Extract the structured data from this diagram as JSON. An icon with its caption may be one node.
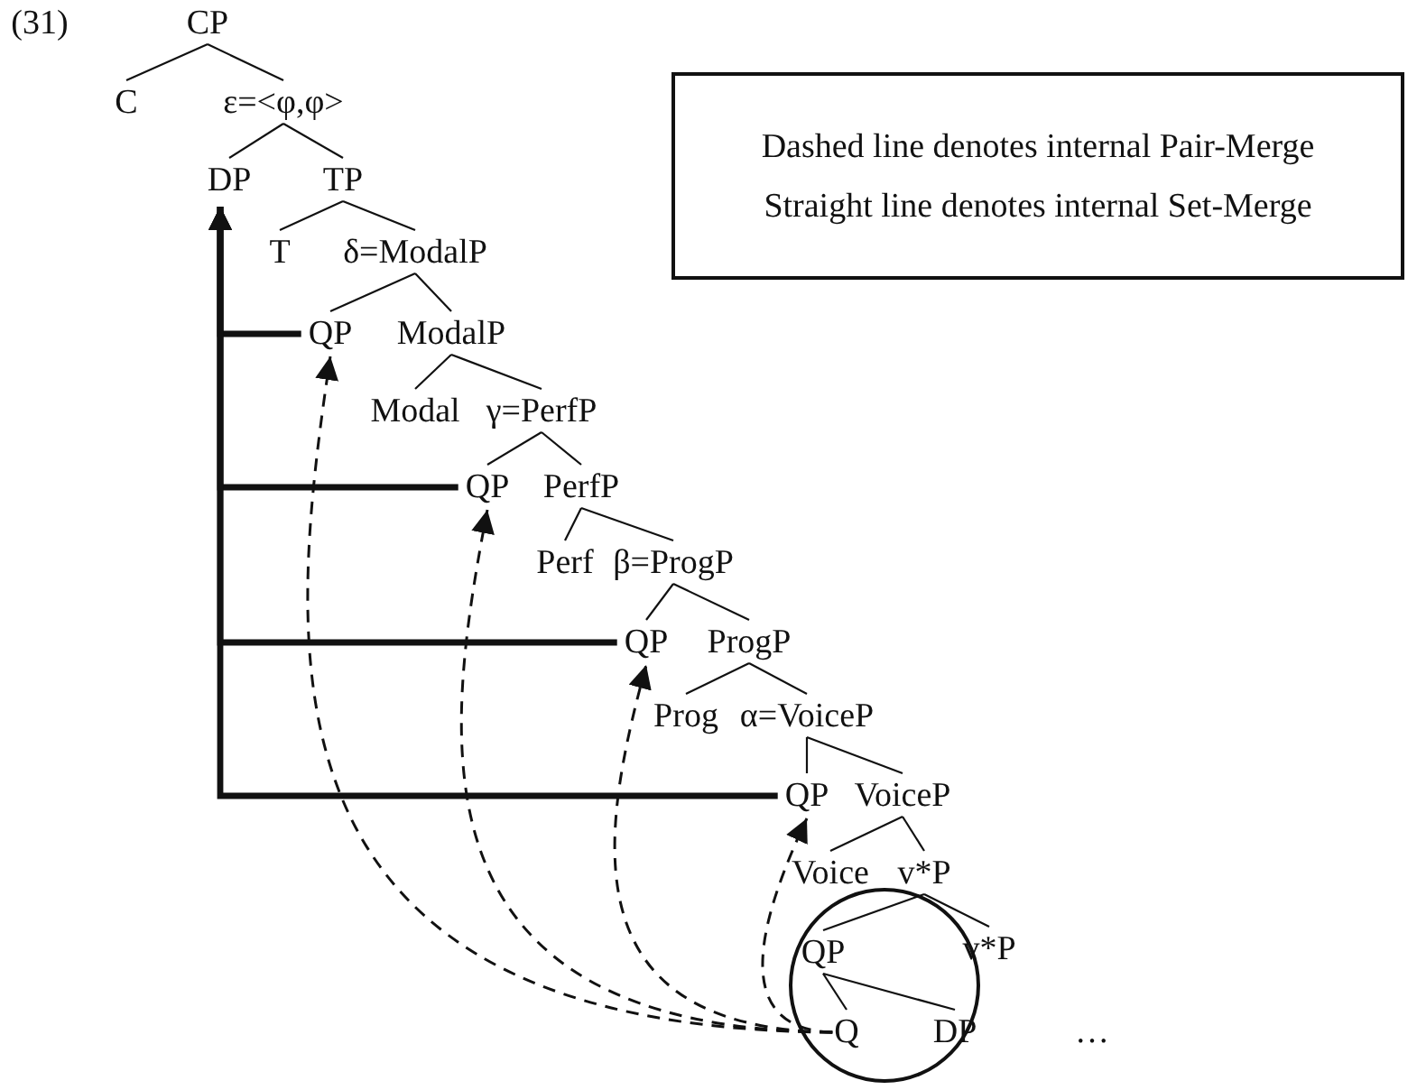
{
  "diagram": {
    "nodes": [
      {
        "text": [
          "CP"
        ]
      },
      {
        "text": [
          "C"
        ]
      },
      {
        "text": [
          "ε=<φ,φ>"
        ]
      },
      {
        "text": [
          "DP"
        ]
      },
      {
        "text": [
          "TP"
        ]
      },
      {
        "text": [
          "T"
        ]
      },
      {
        "text": [
          "δ=ModalP"
        ]
      },
      {
        "text": [
          "QP"
        ]
      },
      {
        "text": [
          "ModalP"
        ]
      },
      {
        "text": [
          "Modal"
        ]
      },
      {
        "text": [
          "γ=PerfP"
        ]
      },
      {
        "text": [
          "QP"
        ]
      },
      {
        "text": [
          "PerfP"
        ]
      },
      {
        "text": [
          "Perf"
        ]
      },
      {
        "text": [
          "β=ProgP"
        ]
      },
      {
        "text": [
          "QP"
        ]
      },
      {
        "text": [
          "ProgP"
        ]
      },
      {
        "text": [
          "Prog"
        ]
      },
      {
        "text": [
          "α=VoiceP"
        ]
      },
      {
        "text": [
          "QP"
        ]
      },
      {
        "text": [
          "VoiceP"
        ]
      },
      {
        "text": [
          "Voice"
        ]
      },
      {
        "text": [
          "v*P"
        ]
      },
      {
        "text": [],
        "shape": "circle"
      },
      {
        "text": [
          "QP"
        ],
        "in": 23
      },
      {
        "text": [
          "v*P"
        ]
      },
      {
        "text": [
          "Q"
        ],
        "in": 23
      },
      {
        "text": [
          "DP"
        ],
        "in": 23
      },
      {
        "text": [
          "Dashed line denotes internal Pair-Merge",
          "Straight line denotes internal Set-Merge"
        ]
      }
    ],
    "edges": [
      {
        "from": 0,
        "to": 1,
        "arrow": "none"
      },
      {
        "from": 0,
        "to": 2,
        "arrow": "none"
      },
      {
        "from": 2,
        "to": 3,
        "arrow": "none"
      },
      {
        "from": 2,
        "to": 4,
        "arrow": "none"
      },
      {
        "from": 4,
        "to": 5,
        "arrow": "none"
      },
      {
        "from": 4,
        "to": 6,
        "arrow": "none"
      },
      {
        "from": 6,
        "to": 7,
        "arrow": "none"
      },
      {
        "from": 6,
        "to": 8,
        "arrow": "none"
      },
      {
        "from": 8,
        "to": 9,
        "arrow": "none"
      },
      {
        "from": 8,
        "to": 10,
        "arrow": "none"
      },
      {
        "from": 10,
        "to": 11,
        "arrow": "none"
      },
      {
        "from": 10,
        "to": 12,
        "arrow": "none"
      },
      {
        "from": 12,
        "to": 13,
        "arrow": "none"
      },
      {
        "from": 12,
        "to": 14,
        "arrow": "none"
      },
      {
        "from": 14,
        "to": 15,
        "arrow": "none"
      },
      {
        "from": 14,
        "to": 16,
        "arrow": "none"
      },
      {
        "from": 16,
        "to": 17,
        "arrow": "none"
      },
      {
        "from": 16,
        "to": 18,
        "arrow": "none"
      },
      {
        "from": 18,
        "to": 19,
        "arrow": "none"
      },
      {
        "from": 18,
        "to": 20,
        "arrow": "none"
      },
      {
        "from": 20,
        "to": 21,
        "arrow": "none"
      },
      {
        "from": 20,
        "to": 22,
        "arrow": "none"
      },
      {
        "from": 22,
        "to": 24,
        "arrow": "none"
      },
      {
        "from": 22,
        "to": 25,
        "arrow": "none"
      },
      {
        "from": 24,
        "to": 26,
        "arrow": "none"
      },
      {
        "from": 24,
        "to": 27,
        "arrow": "none"
      },
      {
        "from": 26,
        "to": 7,
        "arrow": "to",
        "style": "dashed"
      },
      {
        "from": 26,
        "to": 11,
        "arrow": "to",
        "style": "dashed"
      },
      {
        "from": 26,
        "to": 15,
        "arrow": "to",
        "style": "dashed"
      },
      {
        "from": 26,
        "to": 19,
        "arrow": "to",
        "style": "dashed"
      },
      {
        "from": 7,
        "to": 3,
        "arrow": "to",
        "style": "thick"
      },
      {
        "from": 11,
        "to": 3,
        "arrow": "to",
        "style": "thick"
      },
      {
        "from": 15,
        "to": 3,
        "arrow": "to",
        "style": "thick"
      },
      {
        "from": 19,
        "to": 3,
        "arrow": "to",
        "style": "thick"
      }
    ],
    "labels": [
      "(31)",
      "…"
    ]
  }
}
